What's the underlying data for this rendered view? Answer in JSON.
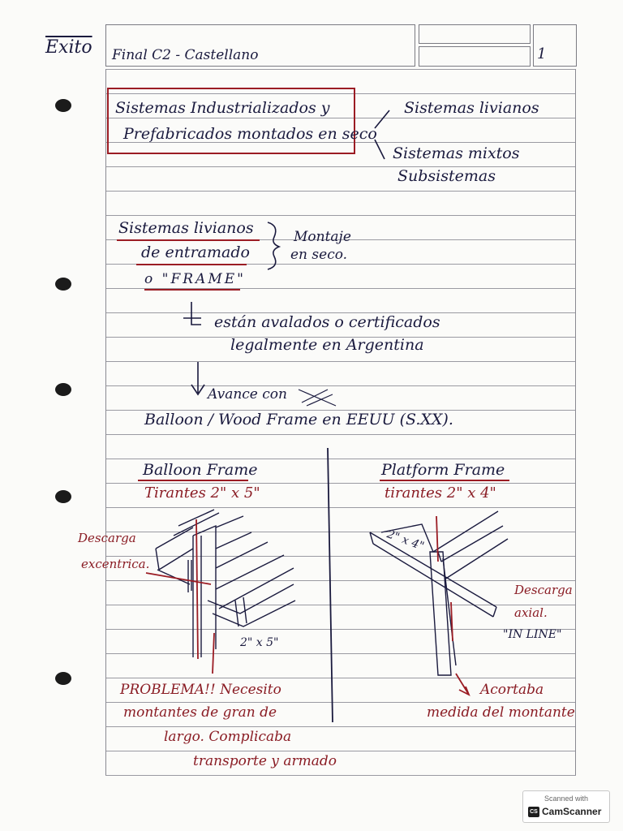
{
  "page": {
    "corner_note": "Exito",
    "header_title": "Final C2 - Castellano",
    "page_number": "1"
  },
  "notes": {
    "title_line1": "Sistemas Industrializados y",
    "title_line2": "Prefabricados montados en seco",
    "branch1": "Sistemas livianos",
    "branch2_line1": "Sistemas mixtos",
    "branch2_line2": "Subsistemas",
    "light_line1": "Sistemas livianos",
    "light_line2": "de entramado",
    "frame": "o \"FRAME\"",
    "montaje_line1": "Montaje",
    "montaje_line2": "en seco.",
    "avalados_line1": "están avalados o certificados",
    "avalados_line2": "legalmente en Argentina",
    "avance": "Avance con",
    "balloon_wood": "Balloon / Wood Frame en EEUU (S.XX)."
  },
  "diagram_left": {
    "title": "Balloon Frame",
    "tirantes": "Tirantes 2\" x 5\"",
    "side_line1": "Descarga",
    "side_line2": "excentrica.",
    "dim": "2\" x 5\"",
    "problem_line1": "PROBLEMA!! Necesito",
    "problem_line2": "montantes de gran de",
    "problem_line3": "largo. Complicaba",
    "problem_line4": "transporte y armado"
  },
  "diagram_right": {
    "title": "Platform Frame",
    "tirantes": "tirantes 2\" x 4\"",
    "dim": "2\" x 4\"",
    "side_line1": "Descarga",
    "side_line2": "axial.",
    "side_line3": "\"IN LINE\"",
    "bottom_line1": "Acortaba",
    "bottom_line2": "medida del montante"
  },
  "scanner": {
    "top": "Scanned with",
    "logo": "CS",
    "name": "CamScanner"
  },
  "colors": {
    "ink_blue": "#1a1a3e",
    "ink_red": "#8a1c24",
    "rule": "#9a9aa2"
  }
}
